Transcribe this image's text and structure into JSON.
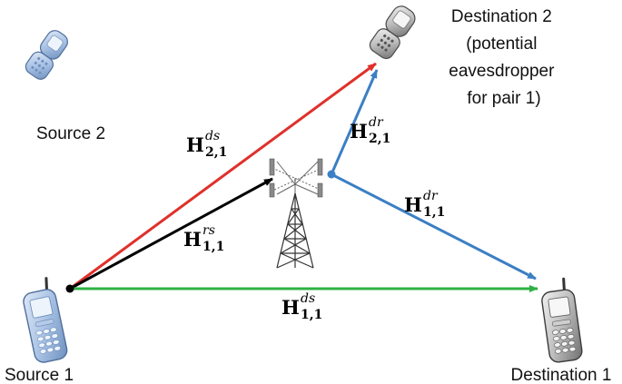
{
  "nodes": {
    "source1": "Source 1",
    "source2": "Source 2",
    "destination1": "Destination 1",
    "destination2_lines": [
      "Destination 2",
      "(potential",
      "eavesdropper",
      "for pair 1)"
    ]
  },
  "channels": {
    "h_ds_21": {
      "base": "H",
      "sup": "ds",
      "sub": "2,1"
    },
    "h_rs_11": {
      "base": "H",
      "sup": "rs",
      "sub": "1,1"
    },
    "h_dr_21": {
      "base": "H",
      "sup": "dr",
      "sub": "2,1"
    },
    "h_dr_11": {
      "base": "H",
      "sup": "dr",
      "sub": "1,1"
    },
    "h_ds_11": {
      "base": "H",
      "sup": "ds",
      "sub": "1,1"
    }
  },
  "colors": {
    "red_link": "#e0302a",
    "black_link": "#000000",
    "blue_link": "#3b7fc4",
    "green_link": "#2fb043"
  }
}
